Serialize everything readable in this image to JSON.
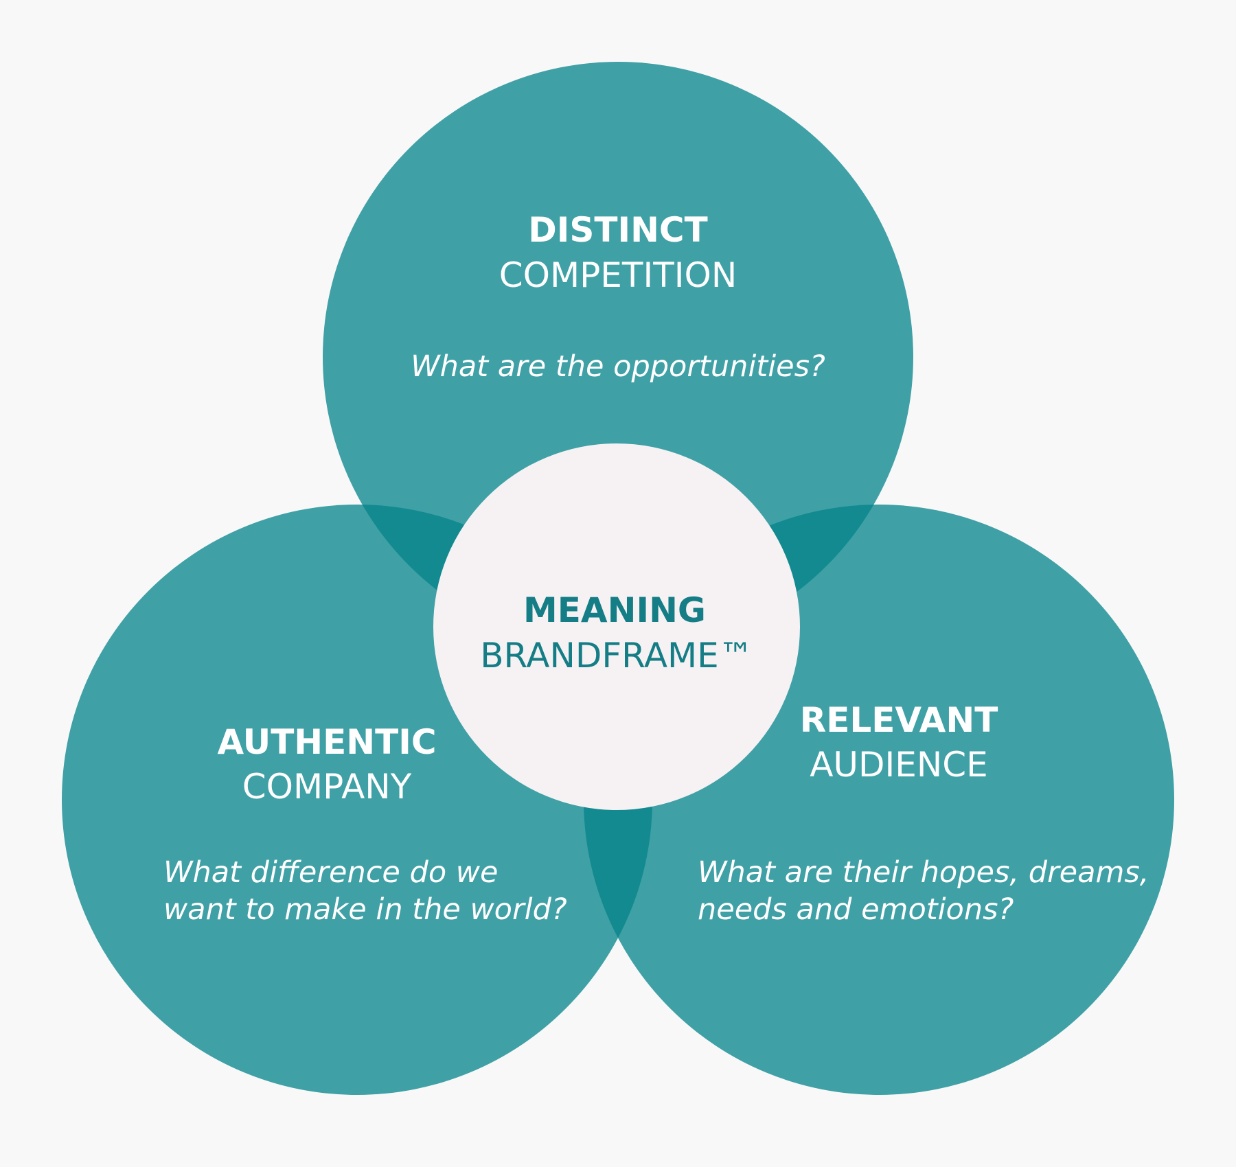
{
  "colors": {
    "background": "#f8f8f8",
    "circle_fill": "#3fa0a6",
    "overlap_fill": "#128a90",
    "center_fill": "#f6f2f4",
    "text_light": "#ffffff",
    "text_accent": "#157d85"
  },
  "top": {
    "heading": "DISTINCT",
    "subheading": "COMPETITION",
    "question": "What are the opportunities?"
  },
  "left": {
    "heading": "AUTHENTIC",
    "subheading": "COMPANY",
    "question_line1": "What difference do we",
    "question_line2": "want to make in the world?"
  },
  "right": {
    "heading": "RELEVANT",
    "subheading": "AUDIENCE",
    "question_line1": "What are their hopes, dreams,",
    "question_line2": "needs and emotions?"
  },
  "center": {
    "heading": "MEANING",
    "subheading": "BRANDFRAME™"
  }
}
